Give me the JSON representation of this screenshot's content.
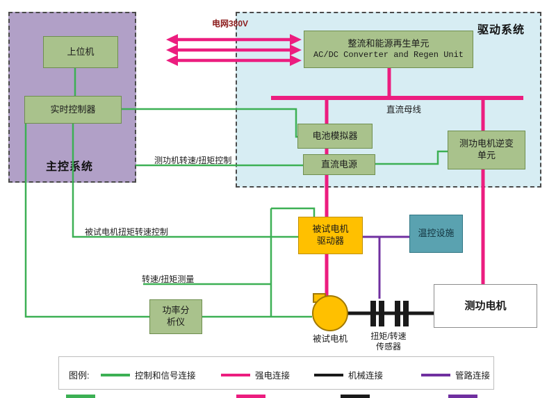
{
  "panels": {
    "main_control": {
      "title": "主控系统"
    },
    "drive_system": {
      "title": "驱动系统"
    }
  },
  "boxes": {
    "host_computer": {
      "label": "上位机"
    },
    "realtime_controller": {
      "label": "实时控制器"
    },
    "acdc_converter": {
      "line1": "整流和能源再生单元",
      "line2": "AC/DC Converter and Regen Unit"
    },
    "battery_simulator": {
      "label": "电池模拟器"
    },
    "dc_power": {
      "label": "直流电源"
    },
    "dyno_inverter": {
      "line1": "测功电机逆变",
      "line2": "单元"
    },
    "dut_driver": {
      "line1": "被试电机",
      "line2": "驱动器"
    },
    "temp_control": {
      "label": "温控设施"
    },
    "power_analyzer": {
      "line1": "功率分",
      "line2": "析仪"
    },
    "dyno_motor": {
      "label": "测功电机"
    }
  },
  "connection_labels": {
    "grid_380v": "电网380V",
    "dc_bus": "直流母线",
    "dyno_speed_torque_control": "测功机转速/扭矩控制",
    "dut_torque_speed_control": "被试电机扭矩转速控制",
    "speed_torque_measurement": "转速/扭矩测量",
    "dut_motor": "被试电机",
    "torque_speed_sensor_line1": "扭矩/转速",
    "torque_speed_sensor_line2": "传感器"
  },
  "legend": {
    "title": "图例:",
    "items": [
      {
        "label": "控制和信号连接",
        "color": "#3cb054"
      },
      {
        "label": "强电连接",
        "color": "#ec1d7f"
      },
      {
        "label": "机械连接",
        "color": "#1a1a1a"
      },
      {
        "label": "管路连接",
        "color": "#7030a0"
      }
    ]
  },
  "colors": {
    "signal": "#3cb054",
    "power": "#ec1d7f",
    "mechanical": "#1a1a1a",
    "pipe": "#7030a0"
  }
}
